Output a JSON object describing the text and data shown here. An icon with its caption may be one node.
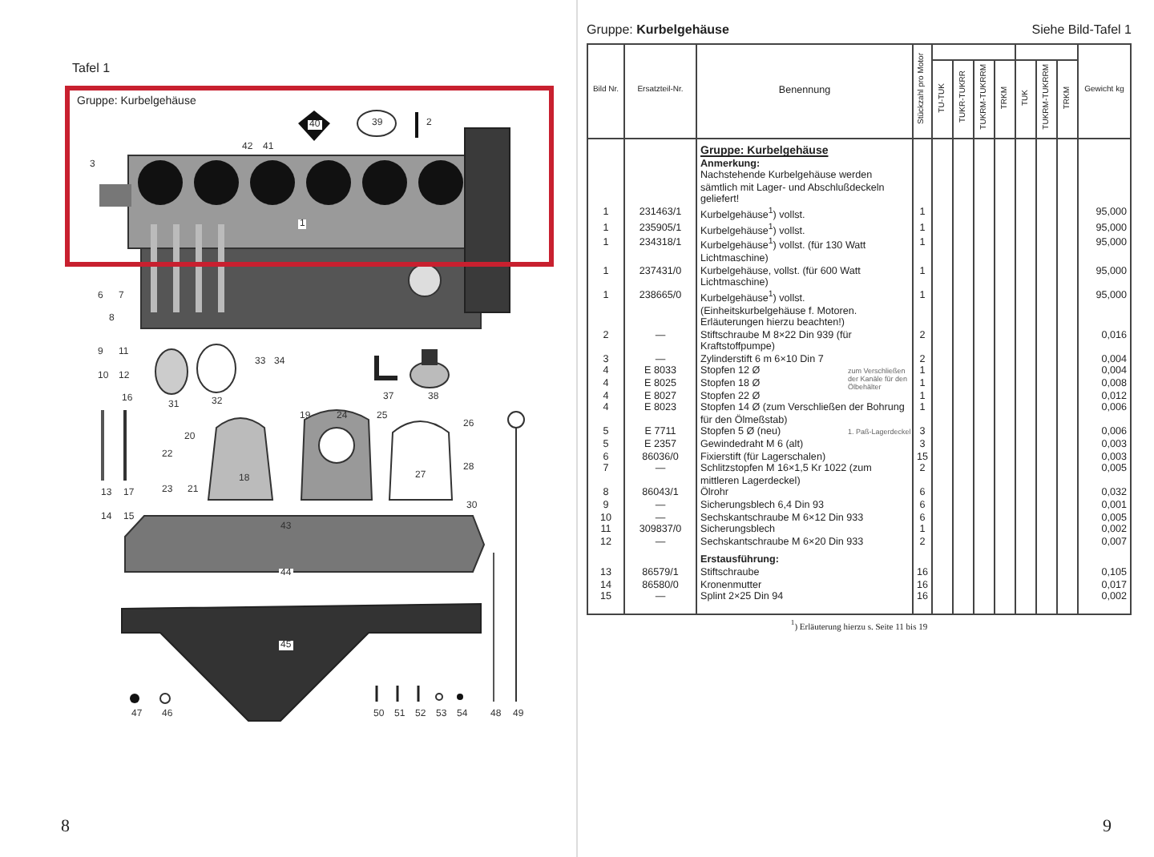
{
  "diagram": {
    "labels": [
      "Tafel 1",
      "Gruppe: Kurbelgehäuse",
      "42",
      "41",
      "40",
      "39",
      "2",
      "3",
      "1",
      "6",
      "7",
      "8",
      "9",
      "11",
      "10",
      "12",
      "16",
      "31",
      "32",
      "33",
      "34",
      "37",
      "38",
      "19",
      "24",
      "25",
      "26",
      "20",
      "22",
      "18",
      "27",
      "28",
      "23",
      "21",
      "13",
      "17",
      "30",
      "14",
      "15",
      "43",
      "44",
      "45",
      "47",
      "46",
      "50",
      "51",
      "52",
      "53",
      "54",
      "48",
      "49",
      "8",
      "Gruppe: **Kurbelgehäuse**",
      "Siehe Bild-Tafel 1",
      "Bild Nr.",
      "Ersatzteil-Nr.",
      "Benennung",
      "Stückzahl pro Motor",
      "Gewicht kg",
      "TU-TUK",
      "TUKR-TUKRR",
      "TUKRM-TUKRRM",
      "TRKM",
      "TUK",
      "TUKRM-TUKRRM",
      "TRKM",
      "Gruppe: Kurbelgehäuse",
      "Anmerkung:",
      "Nachstehende Kurbelgehäuse werden sämtlich mit Lager- und Abschlußdeckeln geliefert!",
      "1",
      "231463/1",
      "Kurbelgehäuse$^{1}$) vollst.",
      "1",
      "95,000",
      "1",
      "235905/1",
      "Kurbelgehäuse$^{1}$) vollst.",
      "1",
      "95,000",
      "1",
      "234318/1",
      "Kurbelgehäuse$^{1}$) vollst. (für 130 Watt Lichtmaschine)",
      "1",
      "95,000",
      "1",
      "237431/0",
      "Kurbelgehäuse, vollst. (für 600 Watt Lichtmaschine)",
      "1",
      "95,000",
      "1",
      "238665/0",
      "Kurbelgehäuse$^{1}$) vollst. (Einheitskurbelgehäuse f. Motoren. Erläuterungen hierzu beachten!)",
      "1",
      "95,000",
      "2",
      "—",
      "Stiftschraube M 8×22 Din 939 (für Kraftstoffpumpe)",
      "2",
      "0,016",
      "3",
      "—",
      "Zylinderstift 6 m 6×10 Din 7",
      "2",
      "0,004",
      "4",
      "E 8033",
      "Stopfen 12 Ø",
      "zum Verschließen der Kanäle für den Ölbehälter",
      "1",
      "0,004",
      "4",
      "E 8025",
      "Stopfen 18 Ø",
      "1",
      "0,008",
      "4",
      "E 8027",
      "Stopfen 22 Ø",
      "1",
      "0,012",
      "4",
      "E 8023",
      "Stopfen 14 Ø (zum Verschließen der Bohrung für den Ölmeßstab)",
      "1",
      "0,006",
      "5",
      "E 7711",
      "Stopfen 5 Ø (neu)",
      "1. Paß-Lagerdeckel",
      "3",
      "0,006",
      "5",
      "E 2357",
      "Gewindedraht M 6 (alt)",
      "3",
      "0,003",
      "6",
      "86036/0",
      "Fixierstift (für Lagerschalen)",
      "15",
      "0,003",
      "7",
      "—",
      "Schlitzstopfen M 16×1,5 Kr 1022 (zum mittleren Lagerdeckel)",
      "2",
      "0,005",
      "8",
      "86043/1",
      "Ölrohr",
      "6",
      "0,032",
      "9",
      "—",
      "Sicherungsblech 6,4 Din 93",
      "6",
      "0,001",
      "10",
      "—",
      "Sechskantschraube M 6×12 Din 933",
      "6",
      "0,005",
      "11",
      "309837/0",
      "Sicherungsblech",
      "1",
      "0,002",
      "12",
      "—",
      "Sechskantschraube M 6×20 Din 933",
      "2",
      "0,007",
      "Erstausführung:",
      "13",
      "86579/1",
      "Stiftschraube",
      "16",
      "0,105",
      "14",
      "86580/0",
      "Kronenmutter",
      "16",
      "0,017",
      "15",
      "—",
      "Splint 2×25 Din 94",
      "16",
      "0,002",
      "$^{1}$) Erläuterung hierzu s. Seite 11 bis 19",
      "9"
    ]
  }
}
